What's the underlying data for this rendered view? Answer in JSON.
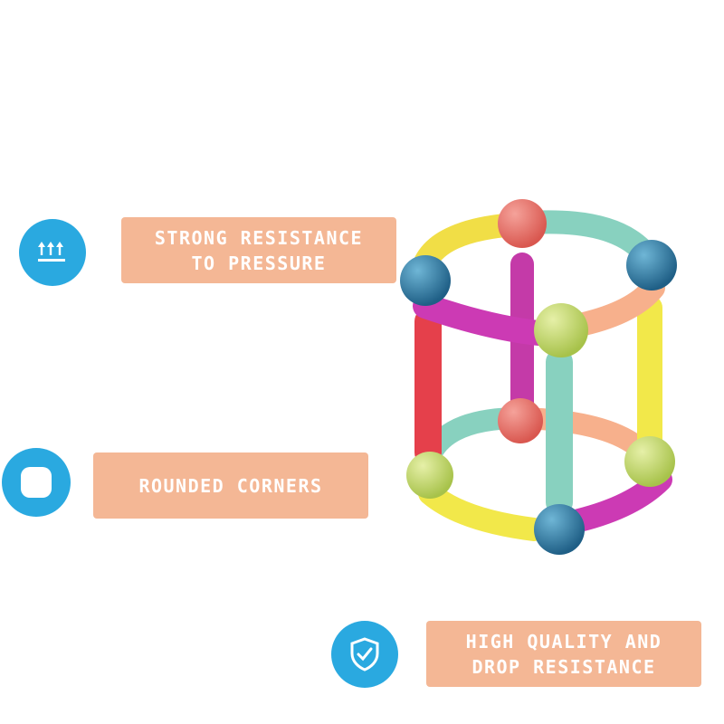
{
  "features": [
    {
      "label": "STRONG RESISTANCE\nTO PRESSURE",
      "icon": "pressure-arrows-icon"
    },
    {
      "label": "ROUNDED CORNERS",
      "icon": "rounded-square-icon"
    },
    {
      "label": "HIGH QUALITY AND\nDROP RESISTANCE",
      "icon": "shield-check-icon"
    }
  ],
  "colors": {
    "accent": "#2aa9e0",
    "label_bg": "#f4b795",
    "label_text": "#ffffff"
  }
}
